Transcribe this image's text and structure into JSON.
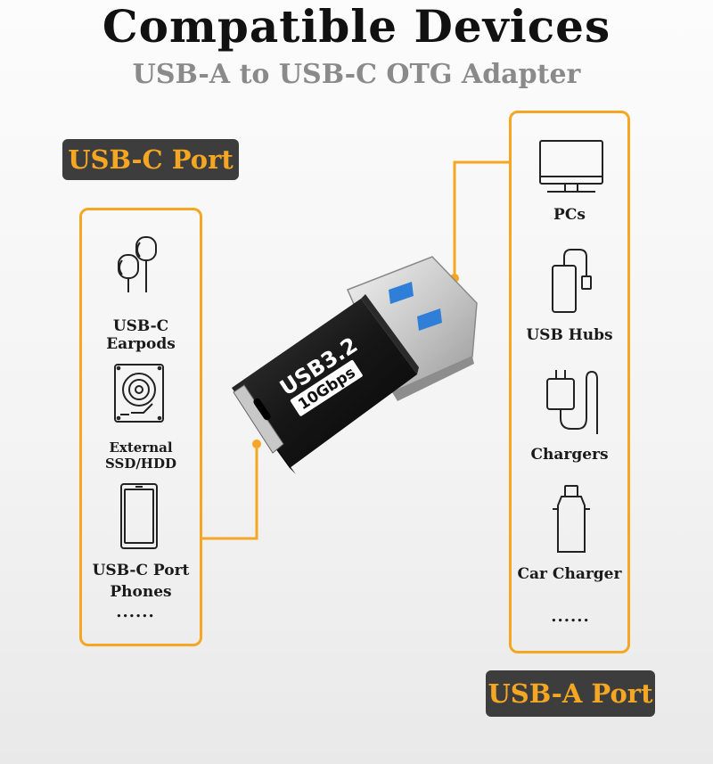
{
  "header": {
    "title": "Compatible Devices",
    "subtitle": "USB-A to USB-C OTG Adapter"
  },
  "usb_c": {
    "port_label": "USB-C Port",
    "devices": [
      {
        "label": "USB-C Earpods",
        "icon": "earbuds-icon"
      },
      {
        "label": "External SSD/HDD",
        "icon": "hard-drive-icon"
      },
      {
        "label_line1": "USB-C Port",
        "label_line2": "Phones",
        "icon": "smartphone-icon"
      }
    ],
    "more": "......"
  },
  "usb_a": {
    "port_label": "USB-A Port",
    "devices": [
      {
        "label": "PCs",
        "icon": "monitor-icon"
      },
      {
        "label": "USB Hubs",
        "icon": "usb-hub-icon"
      },
      {
        "label": "Chargers",
        "icon": "charger-icon"
      },
      {
        "label": "Car Charger",
        "icon": "car-charger-icon"
      }
    ],
    "more": "......"
  },
  "adapter": {
    "brand_text": "USB3.2",
    "speed_text": "10Gbps"
  },
  "colors": {
    "accent": "#f5a623",
    "label_bg": "#3d3d3d",
    "subtitle": "#8a8a8a",
    "usb_blue": "#2f7fd8"
  }
}
